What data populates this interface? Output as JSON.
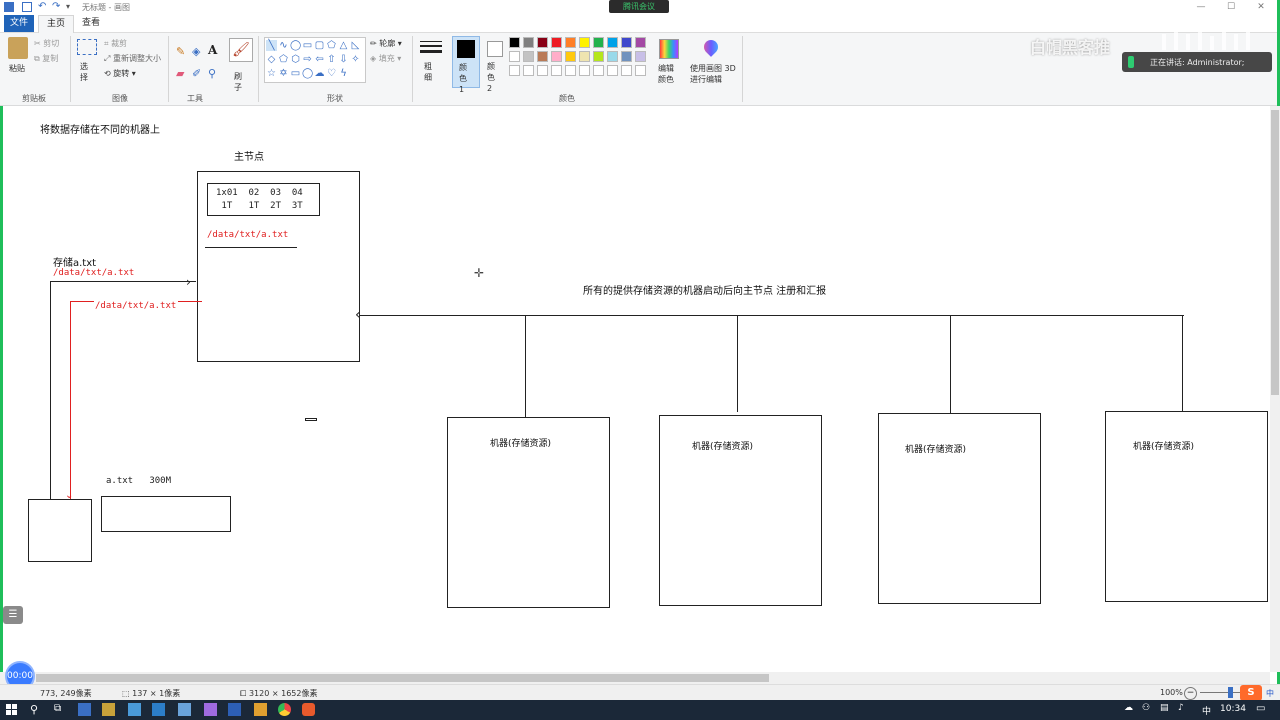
{
  "window": {
    "title": "无标题 - 画图",
    "meeting": "腾讯会议"
  },
  "tabs": {
    "file": "文件",
    "home": "主页",
    "view": "查看"
  },
  "clipboard": {
    "paste": "粘贴",
    "cut": "剪切",
    "copy": "复制",
    "group": "剪贴板"
  },
  "image": {
    "select": "选择",
    "crop": "裁剪",
    "resize": "重新调整大小",
    "rotate": "旋转",
    "group": "图像"
  },
  "tools": {
    "group": "工具",
    "brush": "刷子"
  },
  "shapes": {
    "outline": "轮廓",
    "fill": "填充",
    "group": "形状"
  },
  "size": {
    "label": "粗细"
  },
  "colors": {
    "color1": "颜色 1",
    "color2": "颜色 2",
    "edit": "编辑颜色",
    "paint3d": "使用画图 3D 进行编辑",
    "group": "颜色",
    "palette_row1": [
      "#000000",
      "#7f7f7f",
      "#880015",
      "#ed1c24",
      "#ff7f27",
      "#fff200",
      "#22b14c",
      "#00a2e8",
      "#3f48cc",
      "#a349a4"
    ],
    "palette_row2": [
      "#ffffff",
      "#c3c3c3",
      "#b97a57",
      "#ffaec9",
      "#ffc90e",
      "#efe4b0",
      "#b5e61d",
      "#99d9ea",
      "#7092be",
      "#c8bfe7"
    ]
  },
  "overlay": {
    "watermark": "白帽黑客推",
    "sharing": "正在讲话: Administrator;"
  },
  "canvas": {
    "heading": "将数据存储在不同的机器上",
    "master_title": "主节点",
    "table_row1": "1x01  02  03  04",
    "table_row2": " 1T   1T  2T  3T",
    "master_path": "/data/txt/a.txt",
    "store_label": "存储a.txt",
    "store_path": "/data/txt/a.txt",
    "return_path": "/data/txt/a.txt",
    "file_label": "a.txt   300M",
    "register_note": "所有的提供存储资源的机器启动后向主节点 注册和汇报",
    "machine1": "机器(存储资源)",
    "machine2": "机器(存储资源)",
    "machine3": "机器(存储资源)",
    "machine4": "机器(存储资源)"
  },
  "status": {
    "cursor": "773, 249像素",
    "selection": "137 × 1像素",
    "canvas_size": "3120 × 1652像素",
    "zoom": "100%"
  },
  "timer": "00:00",
  "taskbar": {
    "clock": "10:34",
    "ime": "中"
  }
}
